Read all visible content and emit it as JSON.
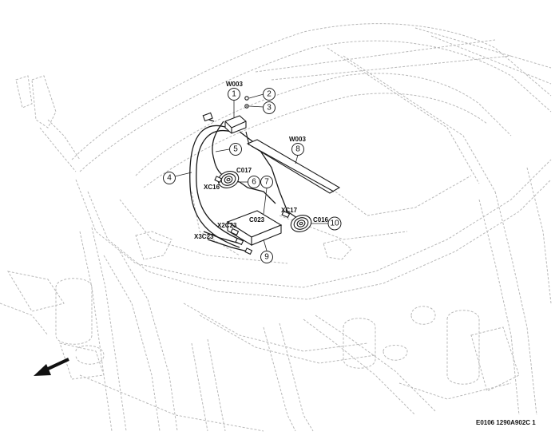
{
  "callouts": [
    "1",
    "2",
    "3",
    "4",
    "5",
    "6",
    "7",
    "8",
    "9",
    "10"
  ],
  "labels": {
    "w003_top": "W003",
    "w003_right": "W003",
    "c017": "C017",
    "xc16": "XC16",
    "c023": "C023",
    "x2c23": "X2C23",
    "x3c23": "X3C23",
    "xc17": "XC17",
    "c016": "C016"
  },
  "reference_code": "E0106 1290A902C 1",
  "direction_arrow_icon": "arrow-down-left-icon"
}
